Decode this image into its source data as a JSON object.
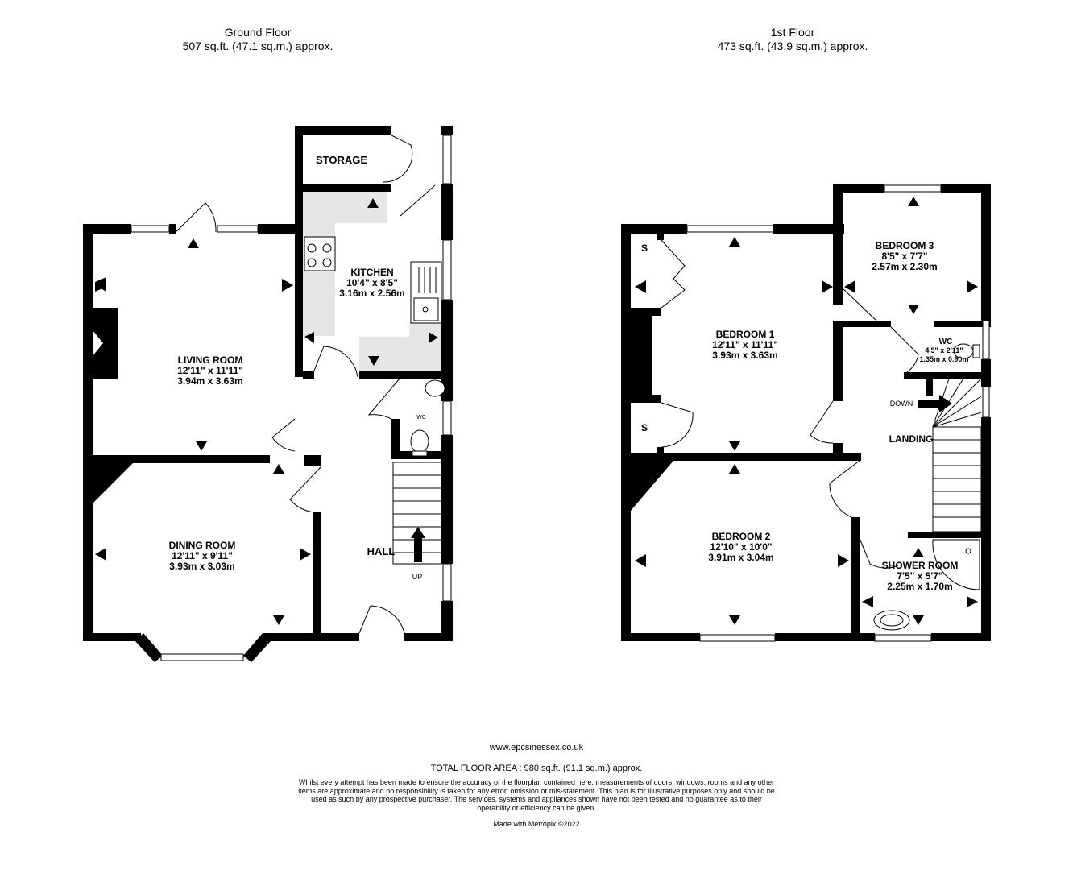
{
  "ground_floor": {
    "title": "Ground Floor",
    "area": "507 sq.ft. (47.1 sq.m.) approx.",
    "rooms": {
      "storage": {
        "name": "STORAGE"
      },
      "kitchen": {
        "name": "KITCHEN",
        "imperial": "10'4\"  x 8'5\"",
        "metric": "3.16m  x 2.56m"
      },
      "living": {
        "name": "LIVING ROOM",
        "imperial": "12'11\"  x 11'11\"",
        "metric": "3.94m  x 3.63m"
      },
      "dining": {
        "name": "DINING ROOM",
        "imperial": "12'11\"  x 9'11\"",
        "metric": "3.93m  x 3.03m"
      },
      "hall": {
        "name": "HALL"
      },
      "wc": {
        "name": "WC"
      }
    },
    "stairs_label": "UP"
  },
  "first_floor": {
    "title": "1st Floor",
    "area": "473 sq.ft. (43.9 sq.m.) approx.",
    "rooms": {
      "bedroom1": {
        "name": "BEDROOM 1",
        "imperial": "12'11\"  x 11'11\"",
        "metric": "3.93m  x 3.63m"
      },
      "bedroom2": {
        "name": "BEDROOM 2",
        "imperial": "12'10\"  x 10'0\"",
        "metric": "3.91m  x 3.04m"
      },
      "bedroom3": {
        "name": "BEDROOM 3",
        "imperial": "8'5\"  x 7'7\"",
        "metric": "2.57m  x 2.30m"
      },
      "wc": {
        "name": "WC",
        "imperial": "4'5\"  x 2'11\"",
        "metric": "1.35m  x 0.90m"
      },
      "landing": {
        "name": "LANDING"
      },
      "shower": {
        "name": "SHOWER ROOM",
        "imperial": "7'5\"  x 5'7\"",
        "metric": "2.25m  x 1.70m"
      },
      "storage_label": "S"
    },
    "stairs_label": "DOWN"
  },
  "footer": {
    "website": "www.epcsinessex.co.uk",
    "total": "TOTAL FLOOR AREA : 980 sq.ft. (91.1 sq.m.) approx.",
    "disclaimer": "Whilst every attempt has been made to ensure the accuracy of the floorplan contained here, measurements of doors, windows, rooms and any other items are approximate and no responsibility is taken for any error, omission or mis-statement. This plan is for illustrative purposes only and should be used as such by any prospective purchaser. The services, systems and appliances shown have not been tested and no guarantee as to their operability or efficiency can be given.",
    "made_with": "Made with Metropix ©2022"
  },
  "colors": {
    "wall": "#000000",
    "fitted_units": "#e6e6e6",
    "background": "#ffffff"
  }
}
